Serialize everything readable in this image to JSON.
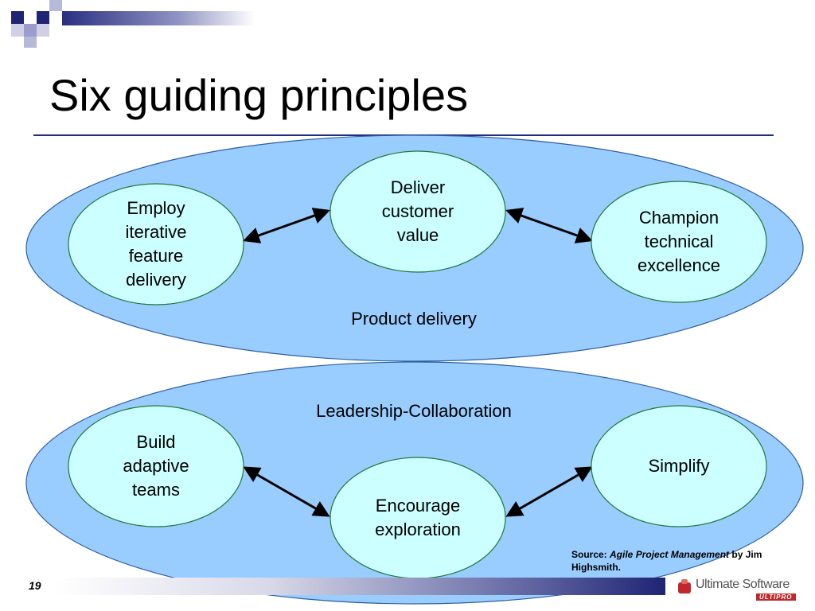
{
  "slide": {
    "title": "Six guiding principles",
    "page_number": "19"
  },
  "colors": {
    "group_fill": "#99ccff",
    "group_stroke": "#2e5fa0",
    "node_fill": "#ccffff",
    "node_stroke": "#1e7a36",
    "rule": "#1f2a80",
    "accent_navy": "#1f2473"
  },
  "groups": [
    {
      "id": "product",
      "label": "Product delivery"
    },
    {
      "id": "leadership",
      "label": "Leadership-Collaboration"
    }
  ],
  "nodes": [
    {
      "id": "employ",
      "group": "product",
      "lines": [
        "Employ",
        "iterative",
        "feature",
        "delivery"
      ]
    },
    {
      "id": "deliver",
      "group": "product",
      "lines": [
        "Deliver",
        "customer",
        "value"
      ]
    },
    {
      "id": "champion",
      "group": "product",
      "lines": [
        "Champion",
        "technical",
        "excellence"
      ]
    },
    {
      "id": "build",
      "group": "leadership",
      "lines": [
        "Build",
        "adaptive",
        "teams"
      ]
    },
    {
      "id": "encourage",
      "group": "leadership",
      "lines": [
        "Encourage",
        "exploration"
      ]
    },
    {
      "id": "simplify",
      "group": "leadership",
      "lines": [
        "Simplify"
      ]
    }
  ],
  "edges": [
    {
      "from": "employ",
      "to": "deliver",
      "type": "bidirectional"
    },
    {
      "from": "deliver",
      "to": "champion",
      "type": "bidirectional"
    },
    {
      "from": "build",
      "to": "encourage",
      "type": "bidirectional"
    },
    {
      "from": "encourage",
      "to": "simplify",
      "type": "bidirectional"
    }
  ],
  "source": {
    "prefix": "Source: ",
    "work": "Agile Project Management",
    "suffix": " by Jim Highsmith."
  },
  "logo": {
    "name": "Ultimate Software",
    "product": "ULTIPRO"
  }
}
